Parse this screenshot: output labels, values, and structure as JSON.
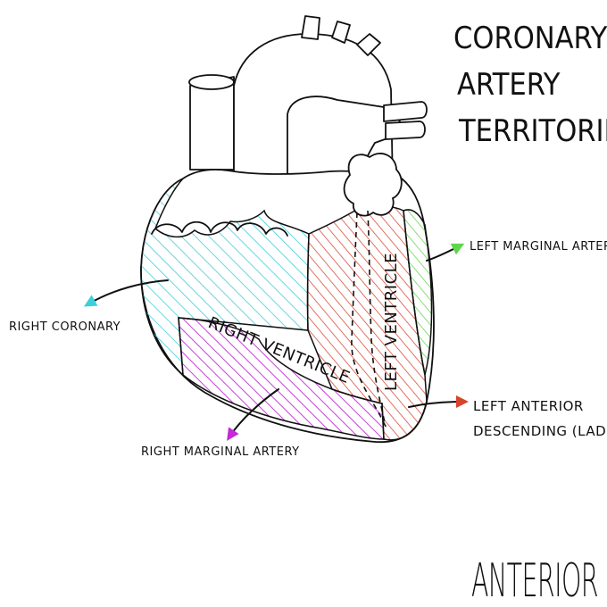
{
  "title_lines": [
    "CORONARY",
    "ARTERY",
    "TERRITORIES"
  ],
  "view_label": "ANTERIOR",
  "regions": {
    "right_ventricle": "RIGHT VENTRICLE",
    "left_ventricle": "LEFT VENTRICLE"
  },
  "arteries": {
    "right_coronary": {
      "label": "RIGHT CORONARY",
      "color": "#3ccfdc"
    },
    "left_marginal": {
      "label": "LEFT MARGINAL ARTERY",
      "color": "#5fd64a"
    },
    "lad_line1": "LEFT ANTERIOR",
    "lad_line2": "DESCENDING (LAD)",
    "lad_color": "#d8432e",
    "right_marginal": {
      "label": "RIGHT MARGINAL ARTERY",
      "color": "#c42ad8"
    }
  }
}
